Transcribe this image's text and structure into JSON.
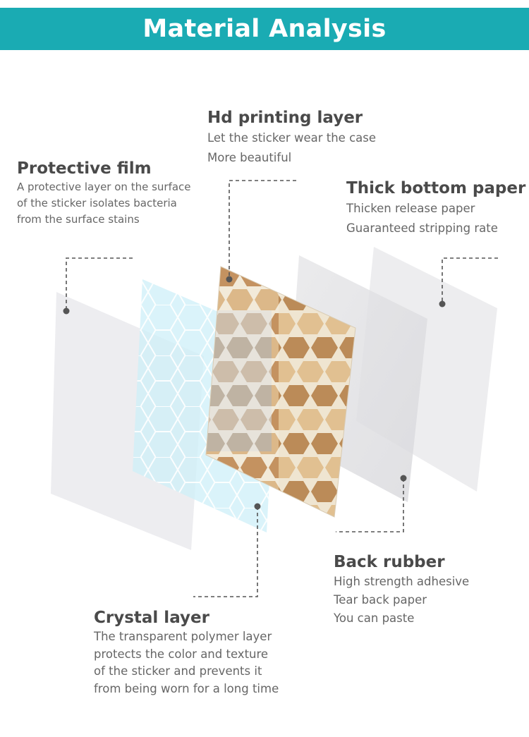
{
  "header": {
    "title": "Material Analysis"
  },
  "colors": {
    "banner": "#1aabb3",
    "title_text": "#4a4a4a",
    "body_text": "#666666",
    "leader": "#555555",
    "crystal_tint": "#cdeff8",
    "marble_light": "#e9d2a8",
    "marble_dark": "#a7713f"
  },
  "layers": [
    {
      "id": "hd_printing",
      "title": "Hd printing layer",
      "lines": [
        "Let the sticker wear the case",
        "More beautiful"
      ]
    },
    {
      "id": "protective_film",
      "title": "Protective film",
      "lines": [
        "A protective layer on the surface",
        "of the sticker isolates bacteria",
        "from the surface stains"
      ]
    },
    {
      "id": "thick_bottom_paper",
      "title": "Thick bottom paper",
      "lines": [
        "Thicken release paper",
        "Guaranteed stripping rate"
      ]
    },
    {
      "id": "back_rubber",
      "title": "Back rubber",
      "lines": [
        "High strength adhesive",
        "Tear back paper",
        "You can paste"
      ]
    },
    {
      "id": "crystal_layer",
      "title": "Crystal layer",
      "lines": [
        "The transparent polymer layer",
        "protects the color and texture",
        "of the sticker and prevents it",
        "from being worn for a long time"
      ]
    }
  ]
}
